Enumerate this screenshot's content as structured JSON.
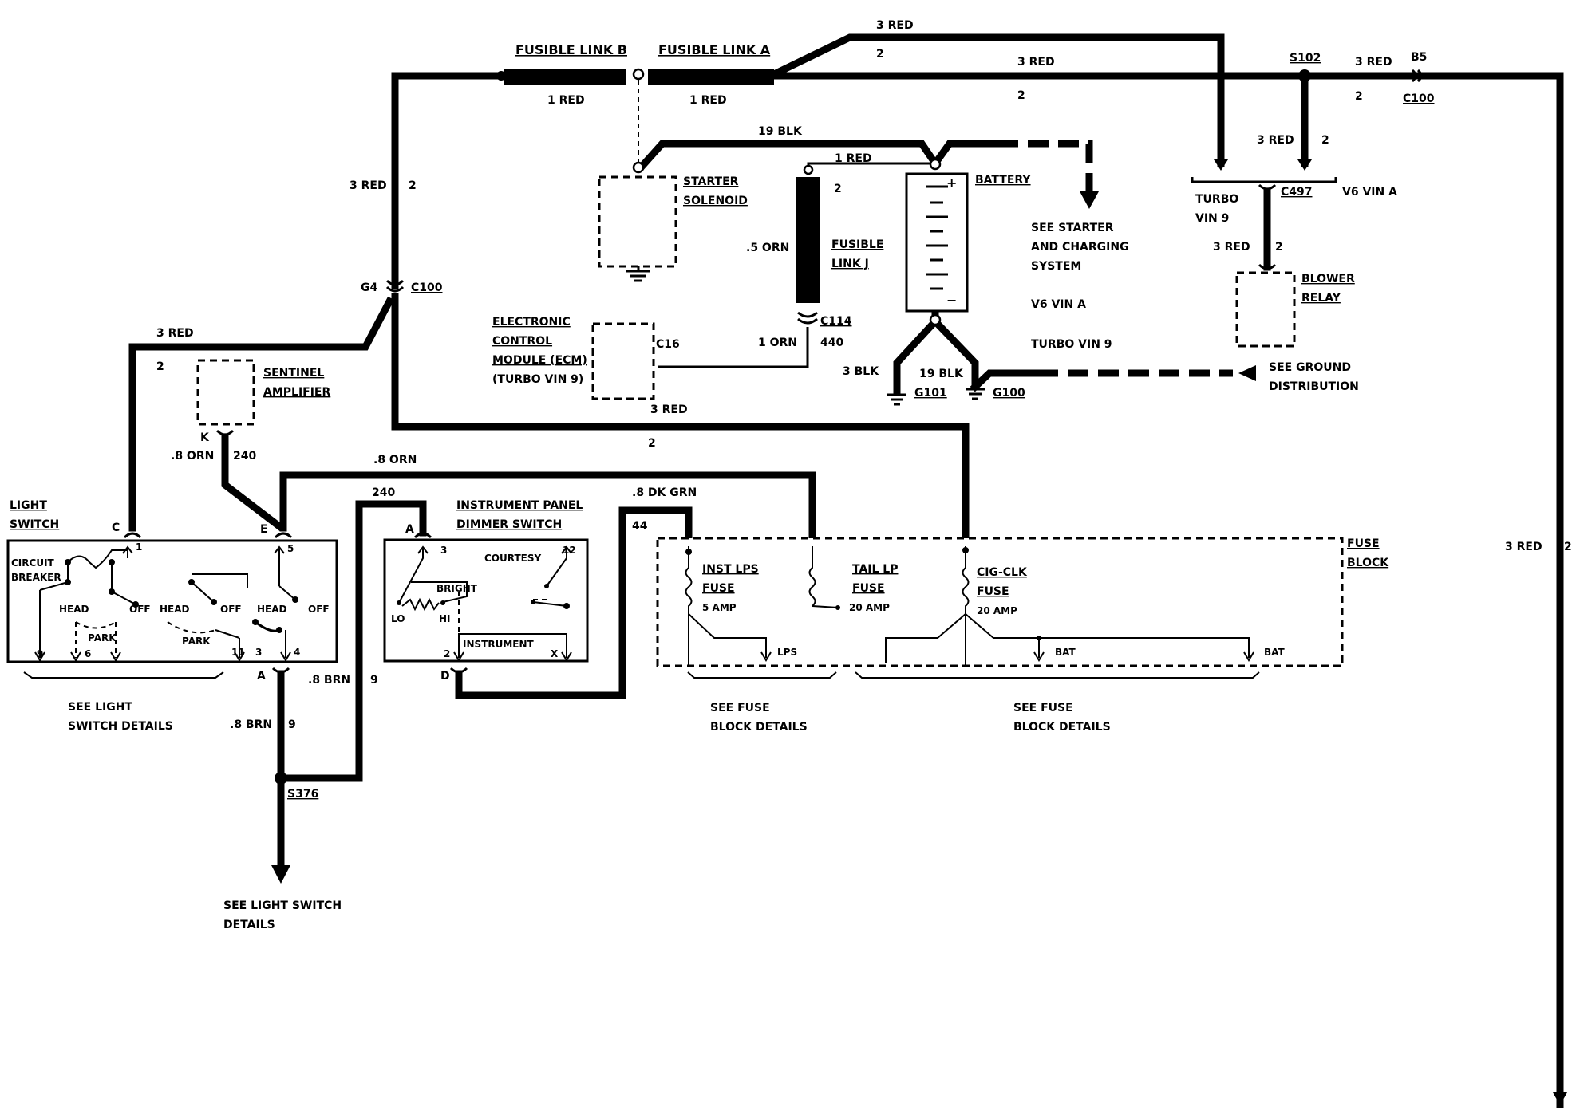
{
  "fusible_link_b": "FUSIBLE LINK B",
  "fusible_link_a": "FUSIBLE LINK A",
  "link_b_wire": "1 RED",
  "link_a_wire": "1 RED",
  "top_wire_3red": "3 RED",
  "top_wire_2": "2",
  "main_wire_3red": "3 RED",
  "main_wire_2": "2",
  "s102": "S102",
  "s102_wire": "3 RED",
  "s102_wire_circ": "2",
  "c100_right_pin": "B5",
  "c100_right": "C100",
  "s102_down_wire": "3 RED",
  "s102_down_circ": "2",
  "left_vert_wire": "3 RED",
  "left_vert_circ": "2",
  "g4": "G4",
  "c100_left": "C100",
  "left_lower_wire": "3 RED",
  "left_lower_circ": "2",
  "wire_19blk_top": "19 BLK",
  "wire_1red_batt": "1 RED",
  "wire_2_batt": "2",
  "starter_solenoid_1": "STARTER",
  "starter_solenoid_2": "SOLENOID",
  "battery": "BATTERY",
  "battery_plus": "+",
  "battery_minus": "−",
  "see_starter_1": "SEE STARTER",
  "see_starter_2": "AND CHARGING",
  "see_starter_3": "SYSTEM",
  "v6_vin_a_mid": "V6 VIN A",
  "turbo_vin9_mid": "TURBO VIN 9",
  "wire_5orn": ".5 ORN",
  "fusible_link_j_1": "FUSIBLE",
  "fusible_link_j_2": "LINK J",
  "c114": "C114",
  "wire_1orn": "1 ORN",
  "circ_440": "440",
  "ecm_1": "ELECTRONIC",
  "ecm_2": "CONTROL",
  "ecm_3": "MODULE (ECM)",
  "ecm_4": "(TURBO VIN 9)",
  "c16": "C16",
  "ecm_wire_3red": "3 RED",
  "wire_3blk": "3 BLK",
  "wire_19blk_ground": "19 BLK",
  "g101": "G101",
  "g100": "G100",
  "see_ground_1": "SEE GROUND",
  "see_ground_2": "DISTRIBUTION",
  "turbo_vin9_right_1": "TURBO",
  "turbo_vin9_right_2": "VIN 9",
  "c497": "C497",
  "v6_vin_a_right": "V6 VIN A",
  "blower_wire_3red": "3 RED",
  "blower_wire_2": "2",
  "blower_relay_1": "BLOWER",
  "blower_relay_2": "RELAY",
  "sentinel_1": "SENTINEL",
  "sentinel_2": "AMPLIFIER",
  "sentinel_pin_k": "K",
  "wire_8orn_k": ".8 ORN",
  "circ_240_k": "240",
  "wire_8orn_top": ".8 ORN",
  "circ_240_dim": "240",
  "wire_8dkgrn": ".8 DK GRN",
  "circ_44": "44",
  "circ_2_mid": "2",
  "light_switch_1": "LIGHT",
  "light_switch_2": "SWITCH",
  "ls_pin_c": "C",
  "ls_pin_e": "E",
  "ls_term_1": "1",
  "ls_term_5": "5",
  "ls_circuit_1": "CIRCUIT",
  "ls_circuit_2": "BREAKER",
  "ls_head_1": "HEAD",
  "ls_off_1": "OFF",
  "ls_head_2": "HEAD",
  "ls_off_2": "OFF",
  "ls_head_3": "HEAD",
  "ls_off_3": "OFF",
  "ls_park_1": "PARK",
  "ls_park_2": "PARK",
  "ls_term_9": "9",
  "ls_term_6": "6",
  "ls_term_11": "11",
  "ls_term_3": "3",
  "ls_term_4": "4",
  "ls_pin_a": "A",
  "wire_8brn_a": ".8 BRN",
  "circ_9_a": "9",
  "wire_8brn_b": ".8 BRN",
  "circ_9_b": "9",
  "s376": "S376",
  "see_light_details_1": "SEE LIGHT",
  "see_light_details_2": "SWITCH DETAILS",
  "see_ls_details_1": "SEE LIGHT SWITCH",
  "see_ls_details_2": "DETAILS",
  "dimmer_1": "INSTRUMENT PANEL",
  "dimmer_2": "DIMMER SWITCH",
  "dim_pin_a": "A",
  "dim_term_3": "3",
  "dim_term_12": "12",
  "dim_courtesy": "COURTESY",
  "dim_bright": "BRIGHT",
  "dim_lo": "LO",
  "dim_hi": "HI",
  "dim_instrument": "INSTRUMENT",
  "dim_term_2": "2",
  "dim_term_x": "X",
  "dim_pin_d": "D",
  "fuse_block_1": "FUSE",
  "fuse_block_2": "BLOCK",
  "inst_lps_1": "INST LPS",
  "inst_lps_2": "FUSE",
  "inst_lps_amp": "5 AMP",
  "tail_lp_1": "TAIL LP",
  "tail_lp_2": "FUSE",
  "tail_lp_amp": "20 AMP",
  "cig_clk_1": "CIG-CLK",
  "cig_clk_2": "FUSE",
  "cig_clk_amp": "20 AMP",
  "lps": "LPS",
  "bat_1": "BAT",
  "bat_2": "BAT",
  "see_fuse_1a": "SEE FUSE",
  "see_fuse_1b": "BLOCK DETAILS",
  "see_fuse_2a": "SEE FUSE",
  "see_fuse_2b": "BLOCK DETAILS",
  "far_right_wire": "3 RED",
  "far_right_circ": "2"
}
